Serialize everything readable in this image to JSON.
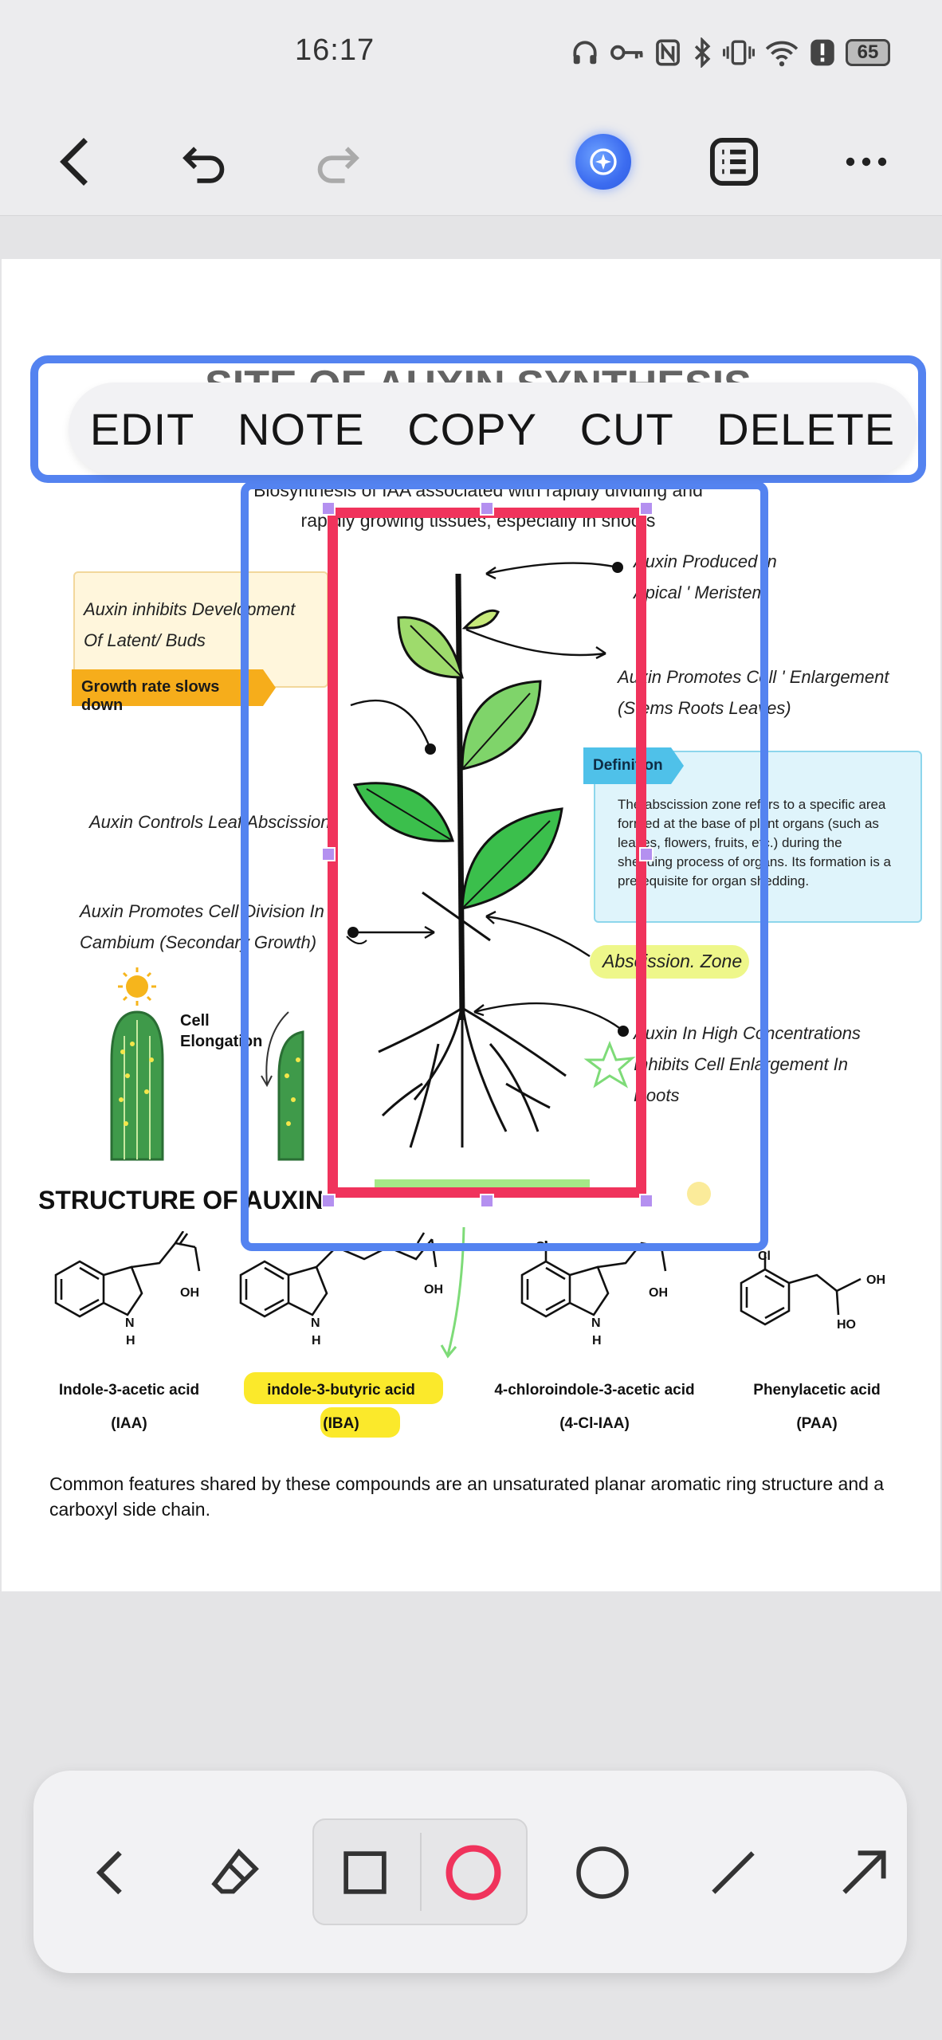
{
  "status": {
    "time": "16:17",
    "battery": "65"
  },
  "page": {
    "title": "SITE OF AUXIN SYNTHESIS",
    "subtitle_line1": "Biosynthesis of IAA associated with rapidly dividing and",
    "subtitle_line2": "rapidly growing tissues, especially in shoots",
    "note_line1": "Auxin inhibits Development",
    "note_line2": "Of Latent/ Buds",
    "orange_tag": "Growth rate slows down",
    "leaf_abscission": "Auxin Controls Leaf Abscission",
    "division_line1": "Auxin Promotes Cell Division In",
    "division_line2": "Cambium (Secondary Growth)",
    "cell_elongation_1": "Cell",
    "cell_elongation_2": "Elongation",
    "produced_line1": "Auxin Produced In",
    "produced_line2": "Apical ' Meristem",
    "enlargement_line1": "Auxin Promotes Cell ' Enlargement",
    "enlargement_line2": "(Stems Roots Leaves)",
    "definition_tag": "Definition",
    "definition_text": "The abscission zone refers to a specific area formed at the base of plant organs (such as leaves, flowers, fruits, etc.) during the shedding process of organs. Its formation is a prerequisite for organ shedding.",
    "abscission_zone": "Abscission. Zone",
    "high_line1": "Auxin In High Concentrations",
    "high_line2": "Inhibits Cell Enlargement In",
    "high_line3": "Roots",
    "structure_title": "STRUCTURE OF AUXIN",
    "compounds": [
      {
        "name": "Indole-3-acetic acid",
        "abbr": "(IAA)"
      },
      {
        "name": "indole-3-butyric acid",
        "abbr": "(IBA)"
      },
      {
        "name": "4-chloroindole-3-acetic acid",
        "abbr": "(4-Cl-IAA)"
      },
      {
        "name": "Phenylacetic acid",
        "abbr": "(PAA)"
      }
    ],
    "chem_labels": {
      "oh": "OH",
      "h": "H",
      "n": "N",
      "cl": "Cl",
      "ho": "HO"
    },
    "footer": "Common features shared by these compounds are an unsaturated planar aromatic ring structure and a carboxyl side chain."
  },
  "menu": {
    "edit": "EDIT",
    "note": "NOTE",
    "copy": "COPY",
    "cut": "CUT",
    "delete": "DELETE"
  },
  "colors": {
    "selection_blue": "#5483f0",
    "selection_red": "#f0335c",
    "handle": "#b490f0",
    "highlight": "#fbe92b"
  }
}
